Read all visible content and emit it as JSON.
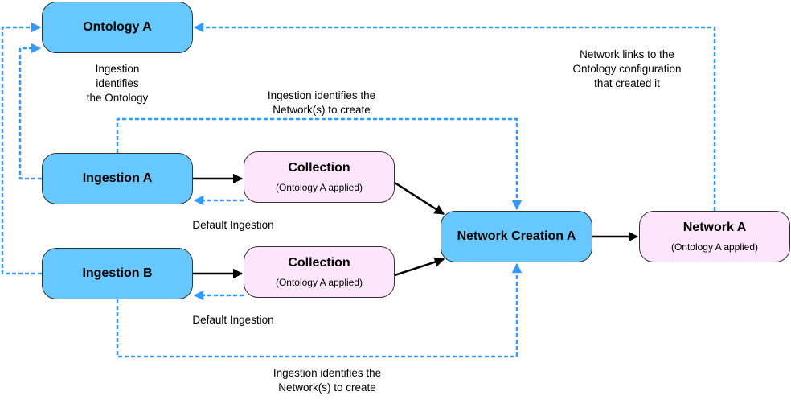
{
  "diagram": {
    "nodes": {
      "ontology_a": {
        "title": "Ontology A"
      },
      "ingestion_a": {
        "title": "Ingestion A"
      },
      "ingestion_b": {
        "title": "Ingestion B"
      },
      "collection_1": {
        "title": "Collection",
        "subtitle": "(Ontology A applied)"
      },
      "collection_2": {
        "title": "Collection",
        "subtitle": "(Ontology A applied)"
      },
      "network_creation_a": {
        "title": "Network Creation A"
      },
      "network_a": {
        "title": "Network A",
        "subtitle": "(Ontology A applied)"
      }
    },
    "labels": {
      "ingestion_identifies_ontology": "Ingestion\nidentifies\nthe Ontology",
      "network_links": "Network links to the\nOntology configuration\nthat created it",
      "ingestion_identifies_network_top": "Ingestion identifies the\nNetwork(s) to create",
      "default_ingestion_1": "Default Ingestion",
      "default_ingestion_2": "Default Ingestion",
      "ingestion_identifies_network_bottom": "Ingestion identifies the\nNetwork(s) to create"
    },
    "colors": {
      "process_fill": "#66c8ff",
      "artifact_fill": "#fde6fb",
      "dashed_link": "#3399ff",
      "solid_link": "#000000"
    }
  }
}
